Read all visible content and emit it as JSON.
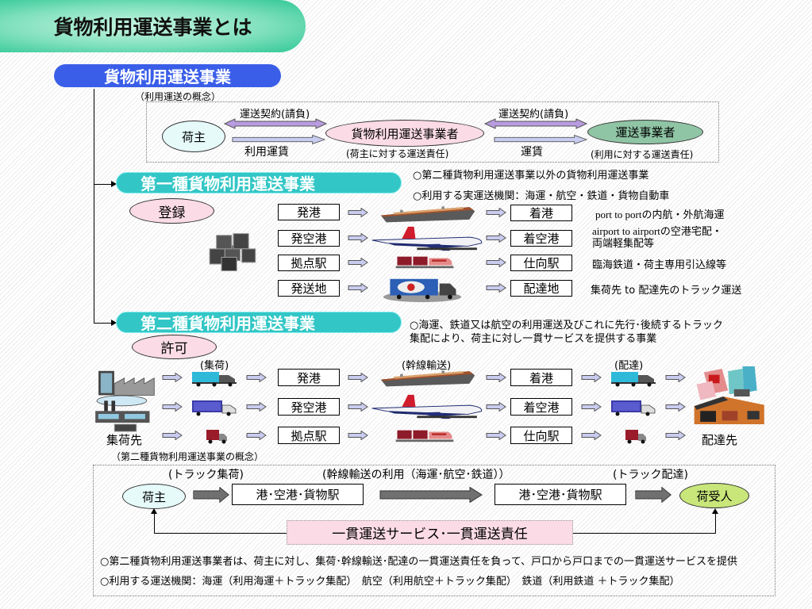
{
  "title": "貨物利用運送事業とは",
  "main_heading": "貨物利用運送事業",
  "concept": {
    "caption": "（利用運送の概念）",
    "shipper": "荷主",
    "forwarder": "貨物利用運送事業者",
    "forwarder_note": "(荷主に対する運送責任)",
    "carrier": "運送事業者",
    "carrier_note": "(利用に対する運送責任)",
    "contract_left": "運送契約(請負)",
    "contract_right": "運送契約(請負)",
    "fee_left": "利用運賃",
    "fee_right": "運賃",
    "colors": {
      "shipper": "#e6fafa",
      "forwarder": "#fadbe6",
      "carrier": "#8fc4a4",
      "arrow_purple": "#b99be0",
      "arrow_blue": "#c8ccf0"
    }
  },
  "type1": {
    "heading": "第一種貨物利用運送事業",
    "badge": "登録",
    "notes": [
      "○第二種貨物利用運送事業以外の貨物利用運送事業",
      "○利用する実運送機関：海運・航空・鉄道・貨物自動車"
    ],
    "rows": [
      {
        "from": "発港",
        "vehicle_icon": "ship-icon",
        "to": "着港",
        "desc_latin": "port to port",
        "desc": "の内航・外航海運"
      },
      {
        "from": "発空港",
        "vehicle_icon": "airplane-icon",
        "to": "着空港",
        "desc_latin": "airport to airport",
        "desc": "の空港宅配・",
        "desc2": "両端軽集配等"
      },
      {
        "from": "拠点駅",
        "vehicle_icon": "train-icon",
        "to": "仕向駅",
        "desc_latin": "",
        "desc": "臨海鉄道・荷主専用引込線等"
      },
      {
        "from": "発送地",
        "vehicle_icon": "truck-icon",
        "to": "配達地",
        "desc_latin": "",
        "desc": "集荷先 to 配達先のトラック運送"
      }
    ]
  },
  "type2": {
    "heading": "第二種貨物利用運送事業",
    "badge": "許可",
    "notes": [
      "○海運、鉄道又は航空の利用運送及びこれに先行･後続するトラック",
      "集配により、荷主に対し一貫サービスを提供する事業"
    ],
    "label_pickup": "(集荷)",
    "label_trunk": "(幹線輸送)",
    "label_delivery": "(配達)",
    "origin_label": "集荷先",
    "destination_label": "配達先",
    "rows": [
      {
        "from": "発港",
        "vehicle_icon": "ship-icon",
        "to": "着港"
      },
      {
        "from": "発空港",
        "vehicle_icon": "airplane-icon",
        "to": "着空港"
      },
      {
        "from": "拠点駅",
        "vehicle_icon": "train-icon",
        "to": "仕向駅"
      }
    ]
  },
  "concept2": {
    "caption": "（第二種貨物利用運送事業の概念）",
    "label_pickup": "(トラック集荷)",
    "label_trunk": "(幹線輸送の利用（海運･航空･鉄道））",
    "label_delivery": "(トラック配達)",
    "shipper": "荷主",
    "station_left": "港･空港･貨物駅",
    "station_right": "港･空港･貨物駅",
    "consignee": "荷受人",
    "service": "一貫運送サービス･一貫運送責任",
    "notes": [
      "○第二種貨物利用運送事業者は、荷主に対し、集荷･幹線輸送･配達の一貫運送責任を負って、戸口から戸口までの一貫運送サービスを提供",
      "○利用する運送機関：海運（利用海運＋トラック集配）　航空（利用航空＋トラック集配）　鉄道（利用鉄道 ＋トラック集配）"
    ],
    "colors": {
      "shipper": "#e6fafa",
      "consignee": "#c8e67a",
      "service": "#fadbe6",
      "arrow": "#707070"
    }
  }
}
